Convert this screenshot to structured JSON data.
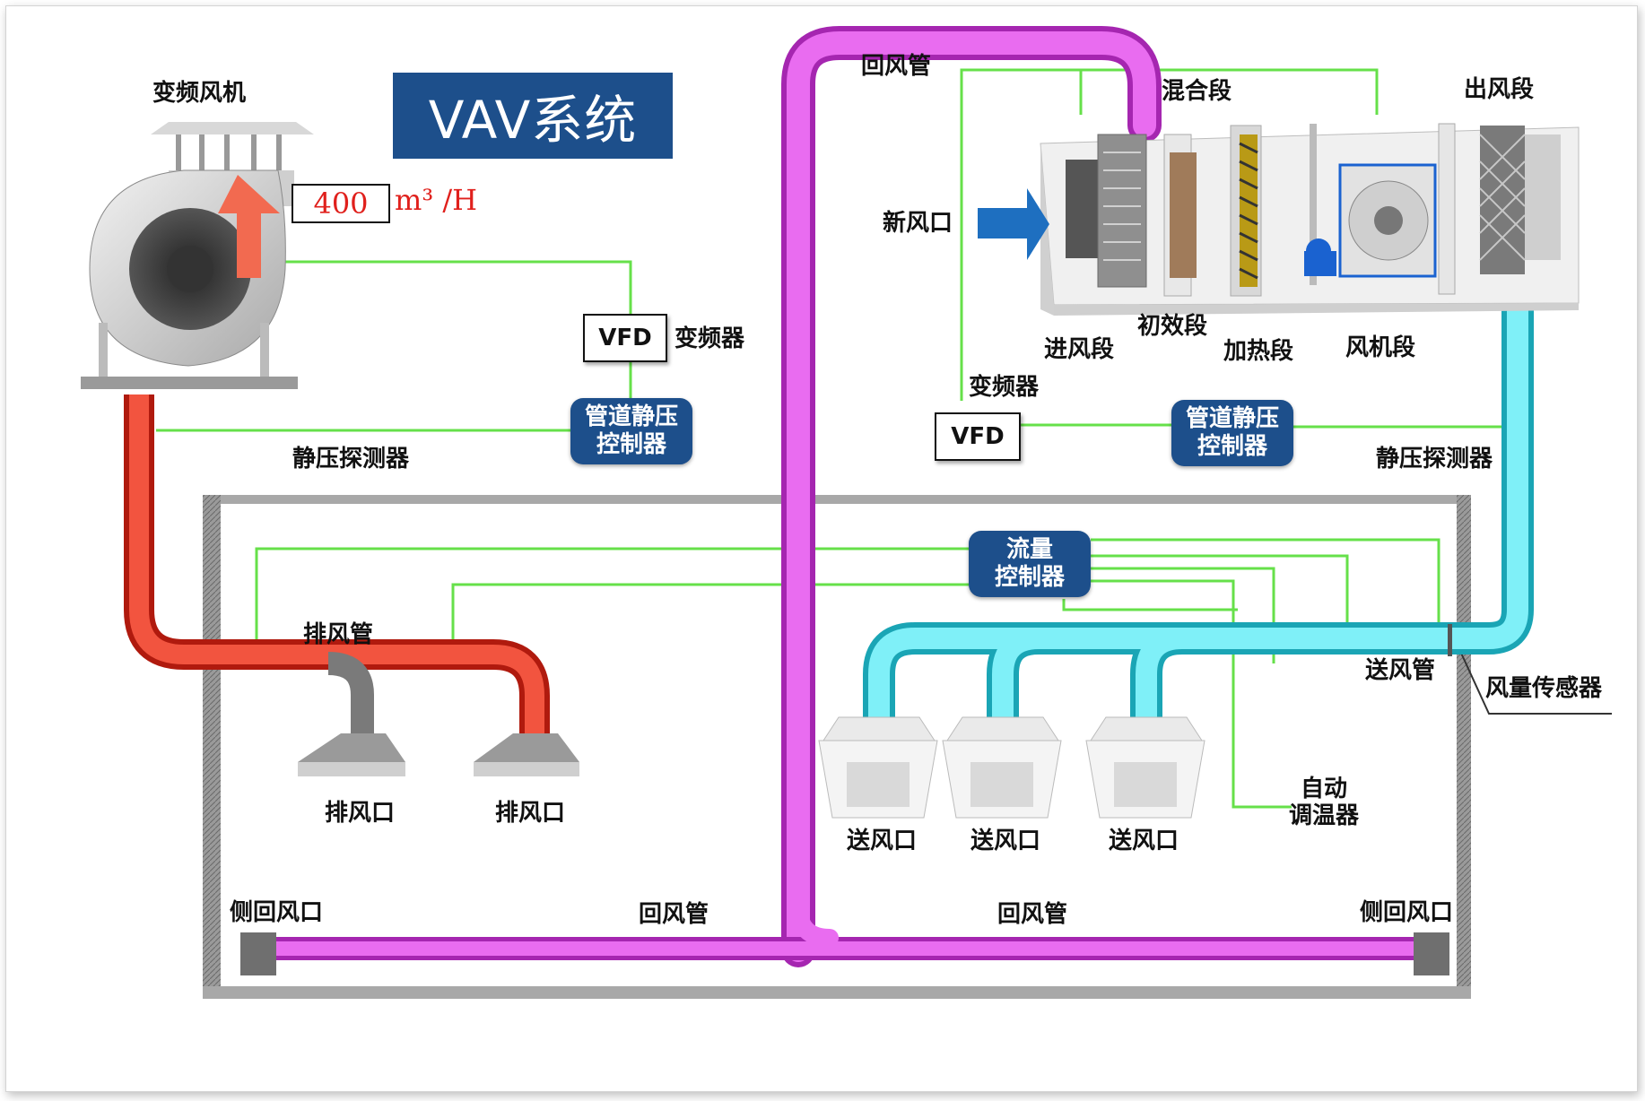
{
  "title": "VAV系统",
  "fan": {
    "label": "变频风机",
    "flow_value": "400",
    "flow_unit": "m³ /H"
  },
  "left_system": {
    "vfd_label": "VFD",
    "vfd_caption": "变频器",
    "controller_line1": "管道静压",
    "controller_line2": "控制器",
    "sensor_label": "静压探测器",
    "exhaust_duct": "排风管",
    "exhaust_outlets": [
      "排风口",
      "排风口"
    ]
  },
  "ahu": {
    "mixing": "混合段",
    "outlet_section": "出风段",
    "fresh_air": "新风口",
    "inlet_section": "进风段",
    "filter_section": "初效段",
    "heating_section": "加热段",
    "fan_section": "风机段"
  },
  "right_system": {
    "vfd_caption": "变频器",
    "vfd_label": "VFD",
    "controller_line1": "管道静压",
    "controller_line2": "控制器",
    "sensor_label": "静压探测器"
  },
  "flow_controller": {
    "line1": "流量",
    "line2": "控制器"
  },
  "supply": {
    "duct": "送风管",
    "flow_sensor": "风量传感器",
    "outlets": [
      "送风口",
      "送风口",
      "送风口"
    ],
    "thermostat_line1": "自动",
    "thermostat_line2": "调温器"
  },
  "return_air": {
    "duct_top": "回风管",
    "duct_bottom_left": "回风管",
    "duct_bottom_right": "回风管",
    "side_left": "侧回风口",
    "side_right": "侧回风口"
  },
  "colors": {
    "signal_line": "#66e04a",
    "exhaust_duct": "#f04a3a",
    "return_duct": "#e055e8",
    "supply_duct": "#6ee8f2",
    "controller_bg": "#1d4f8b",
    "flow_arrow": "#f26a50",
    "fresh_air_arrow": "#1e6fc0"
  }
}
